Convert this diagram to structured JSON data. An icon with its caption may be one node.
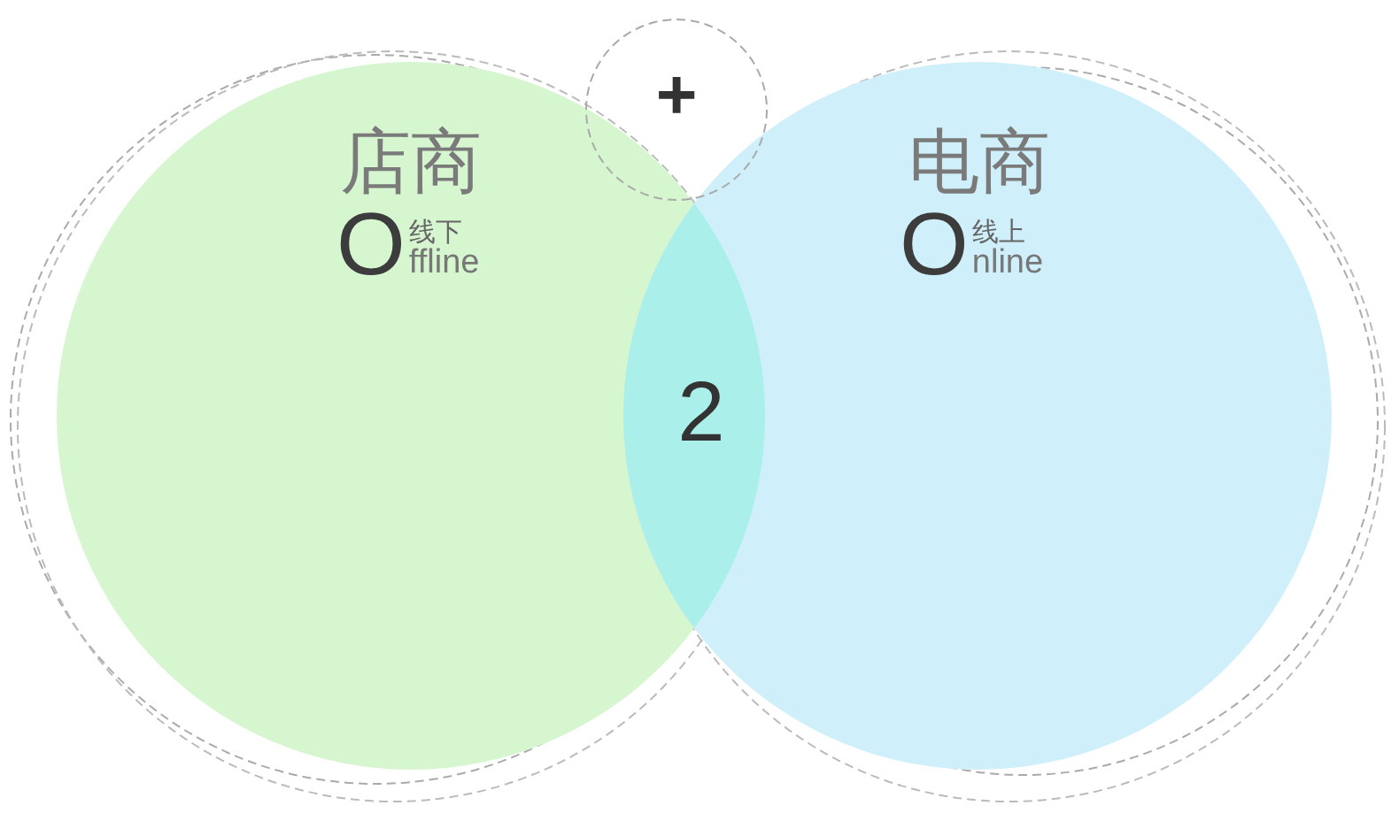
{
  "diagram": {
    "nodes": [
      {
        "text": [
          "店商",
          "O",
          "线下",
          "ffline"
        ]
      },
      {
        "text": [
          "电商",
          "O",
          "线上",
          "nline"
        ]
      },
      {
        "text": [
          "+"
        ]
      }
    ],
    "labels": [
      "2"
    ]
  }
}
